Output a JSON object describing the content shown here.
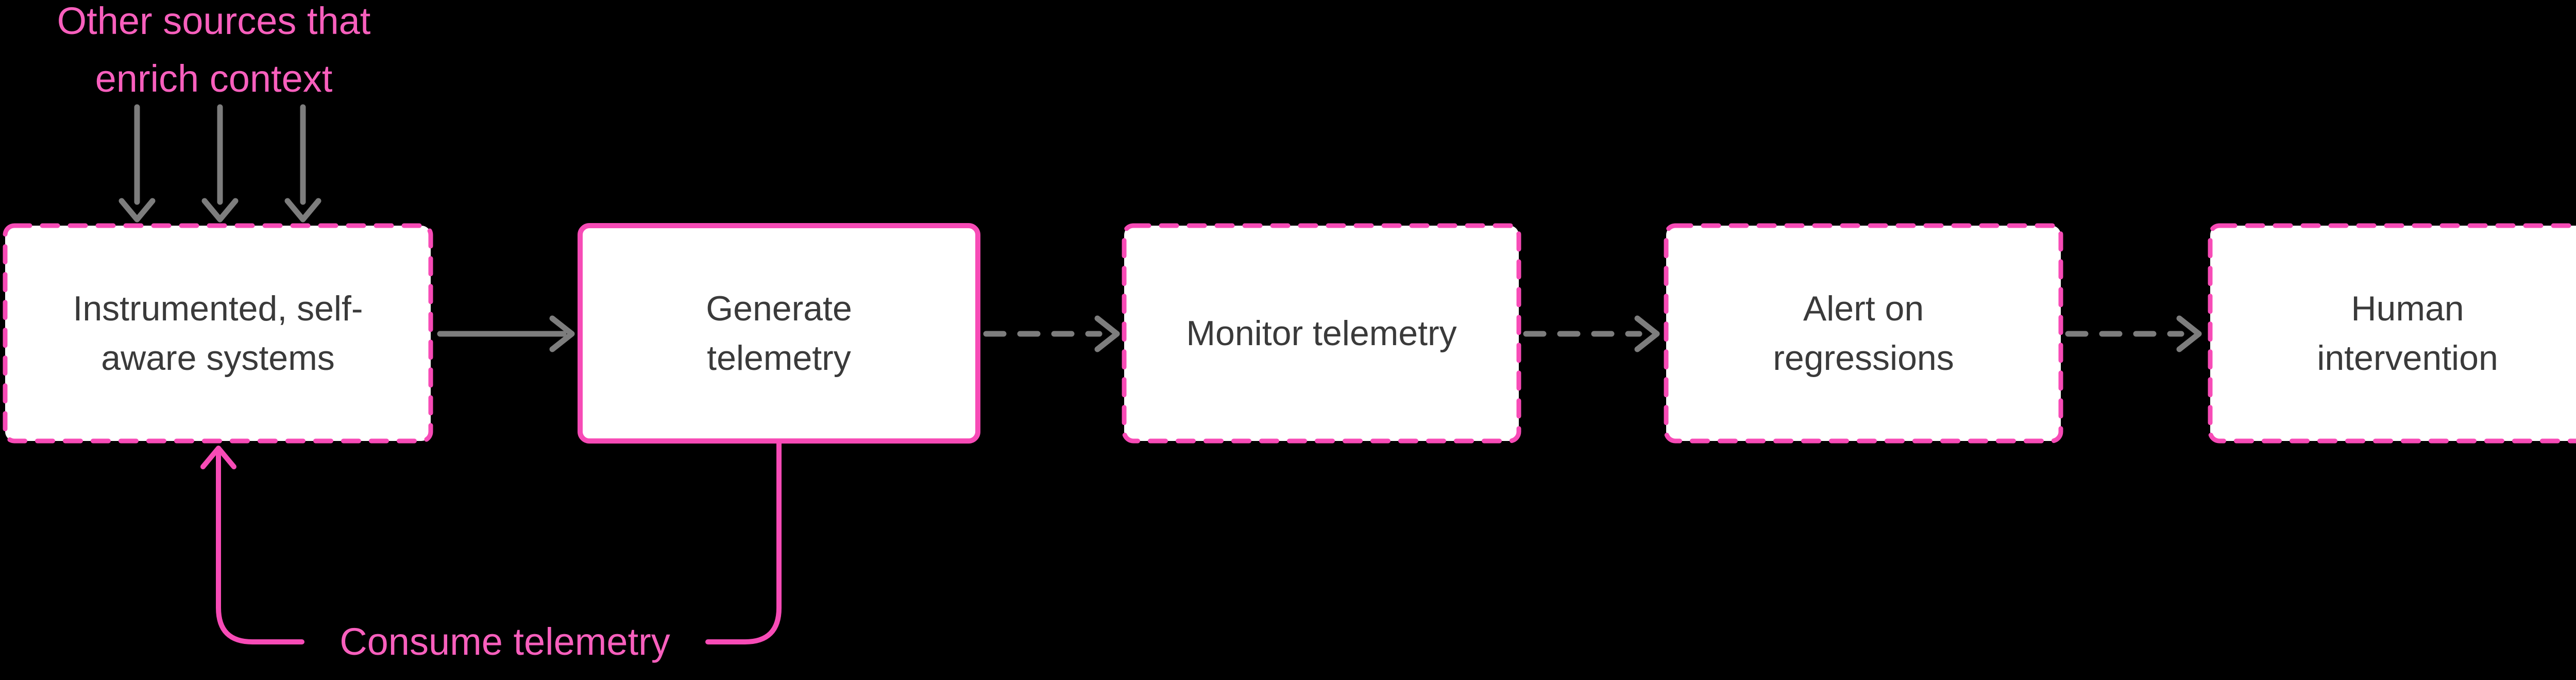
{
  "colors": {
    "background": "#000000",
    "box_fill": "#FFFFFF",
    "pink_stroke": "#F74BB6",
    "pink_label": "#F85FBD",
    "gray_arrow": "#7D7D7D",
    "box_text": "#3A3A3A"
  },
  "annotations": {
    "other_sources": {
      "lines": [
        "Other sources that",
        "enrich context"
      ]
    },
    "consume_telemetry": {
      "label": "Consume telemetry"
    }
  },
  "boxes": [
    {
      "id": "instrumented-systems",
      "lines": [
        "Instrumented, self-",
        "aware systems"
      ],
      "border": "dashed"
    },
    {
      "id": "generate-telemetry",
      "lines": [
        "Generate",
        "telemetry"
      ],
      "border": "solid"
    },
    {
      "id": "monitor-telemetry",
      "lines": [
        "Monitor telemetry"
      ],
      "border": "dashed"
    },
    {
      "id": "alert-on-regressions",
      "lines": [
        "Alert on",
        "regressions"
      ],
      "border": "dashed"
    },
    {
      "id": "human-intervention",
      "lines": [
        "Human",
        "intervention"
      ],
      "border": "dashed"
    }
  ],
  "connections": [
    {
      "from": "other-sources",
      "to": "instrumented-systems",
      "style": "solid-gray",
      "arrows": 3
    },
    {
      "from": "instrumented-systems",
      "to": "generate-telemetry",
      "style": "solid-gray",
      "arrows": 1
    },
    {
      "from": "generate-telemetry",
      "to": "monitor-telemetry",
      "style": "dashed-gray",
      "arrows": 1
    },
    {
      "from": "monitor-telemetry",
      "to": "alert-on-regressions",
      "style": "dashed-gray",
      "arrows": 1
    },
    {
      "from": "alert-on-regressions",
      "to": "human-intervention",
      "style": "dashed-gray",
      "arrows": 1
    },
    {
      "from": "generate-telemetry",
      "to": "instrumented-systems",
      "style": "solid-pink",
      "arrows": 1,
      "label": "Consume telemetry"
    }
  ]
}
